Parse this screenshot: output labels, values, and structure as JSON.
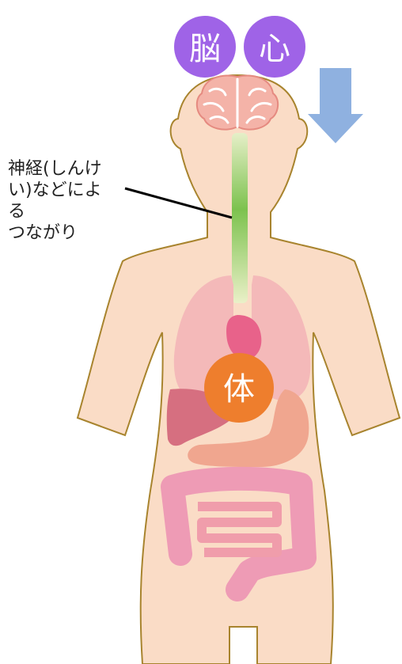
{
  "labels": {
    "brain": "脳",
    "mind": "心",
    "body": "体",
    "callout_lines": [
      "神経(しんけ",
      "い)などによ",
      "る",
      "つながり"
    ]
  },
  "colors": {
    "skin": "#FADCC6",
    "outline": "#A8842E",
    "brain_bubble": "#9F63E7",
    "mind_bubble": "#9F63E7",
    "body_bubble": "#EE7E2D",
    "arrow": "#8FB1E0",
    "nerve": "#6DBE45",
    "lungs": "#F4B9B9",
    "heart": "#E8628A",
    "liver": "#D66F80",
    "stomach": "#F0A68F",
    "intestine": "#EE9BB5"
  },
  "icons": {
    "arrow": "arrow-down-icon",
    "brain": "brain-icon"
  }
}
